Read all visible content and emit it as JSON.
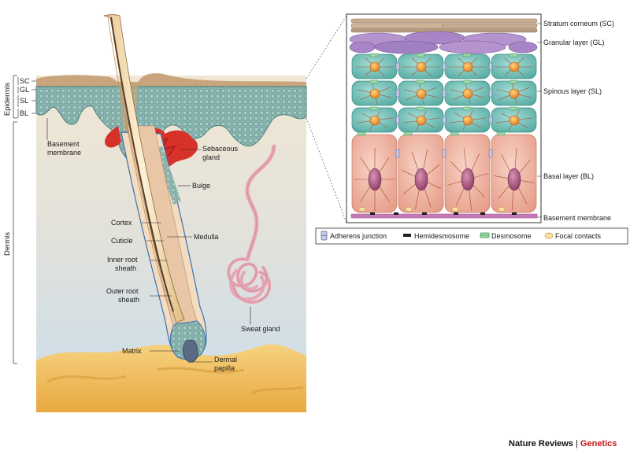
{
  "side_labels": {
    "epidermis": "Epidermis",
    "dermis": "Dermis",
    "layers": [
      "SC",
      "GL",
      "SL",
      "BL"
    ]
  },
  "hair_labels": {
    "basement_membrane": [
      "Basement",
      "membrane"
    ],
    "sebaceous_gland": [
      "Sebaceous",
      "gland"
    ],
    "bulge": "Bulge",
    "cortex": "Cortex",
    "medulla": "Medulla",
    "cuticle": "Cuticle",
    "inner_root_sheath": [
      "Inner root",
      "sheath"
    ],
    "outer_root_sheath": [
      "Outer root",
      "sheath"
    ],
    "sweat_gland": "Sweat gland",
    "matrix": "Matrix",
    "dermal_papilla": [
      "Dermal",
      "papilla"
    ]
  },
  "inset_labels": {
    "stratum_corneum": "Stratum corneum (SC)",
    "granular_layer": "Granular layer (GL)",
    "spinous_layer": "Spinous layer (SL)",
    "basal_layer": "Basal layer (BL)",
    "basement_membrane": "Basement membrane"
  },
  "legend": [
    {
      "label": "Adherens junction",
      "icon": "adherens-junction-icon",
      "color": "#8a8fc0"
    },
    {
      "label": "Hemidesmosome",
      "icon": "hemidesmosome-icon",
      "color": "#222222"
    },
    {
      "label": "Desmosome",
      "icon": "desmosome-icon",
      "color": "#3f9a58"
    },
    {
      "label": "Focal contacts",
      "icon": "focal-contacts-icon",
      "color": "#e8b34a"
    }
  ],
  "credit": {
    "journal": "Nature Reviews",
    "separator": "|",
    "section": "Genetics"
  },
  "colors": {
    "dermis_top": "#efe6d4",
    "dermis_bottom": "#cfe0ee",
    "epidermis": "#8fb8b4",
    "skin_surface": "#c7a27a",
    "sebaceous": "#d6322a",
    "fat": "#f0c368",
    "spinous_cell": "#7fc6bf",
    "basal_cell": "#f2b9a7",
    "granular_cell": "#b493cf",
    "nucleus": "#f29a34",
    "sweat_gland": "#e7a6b3"
  }
}
